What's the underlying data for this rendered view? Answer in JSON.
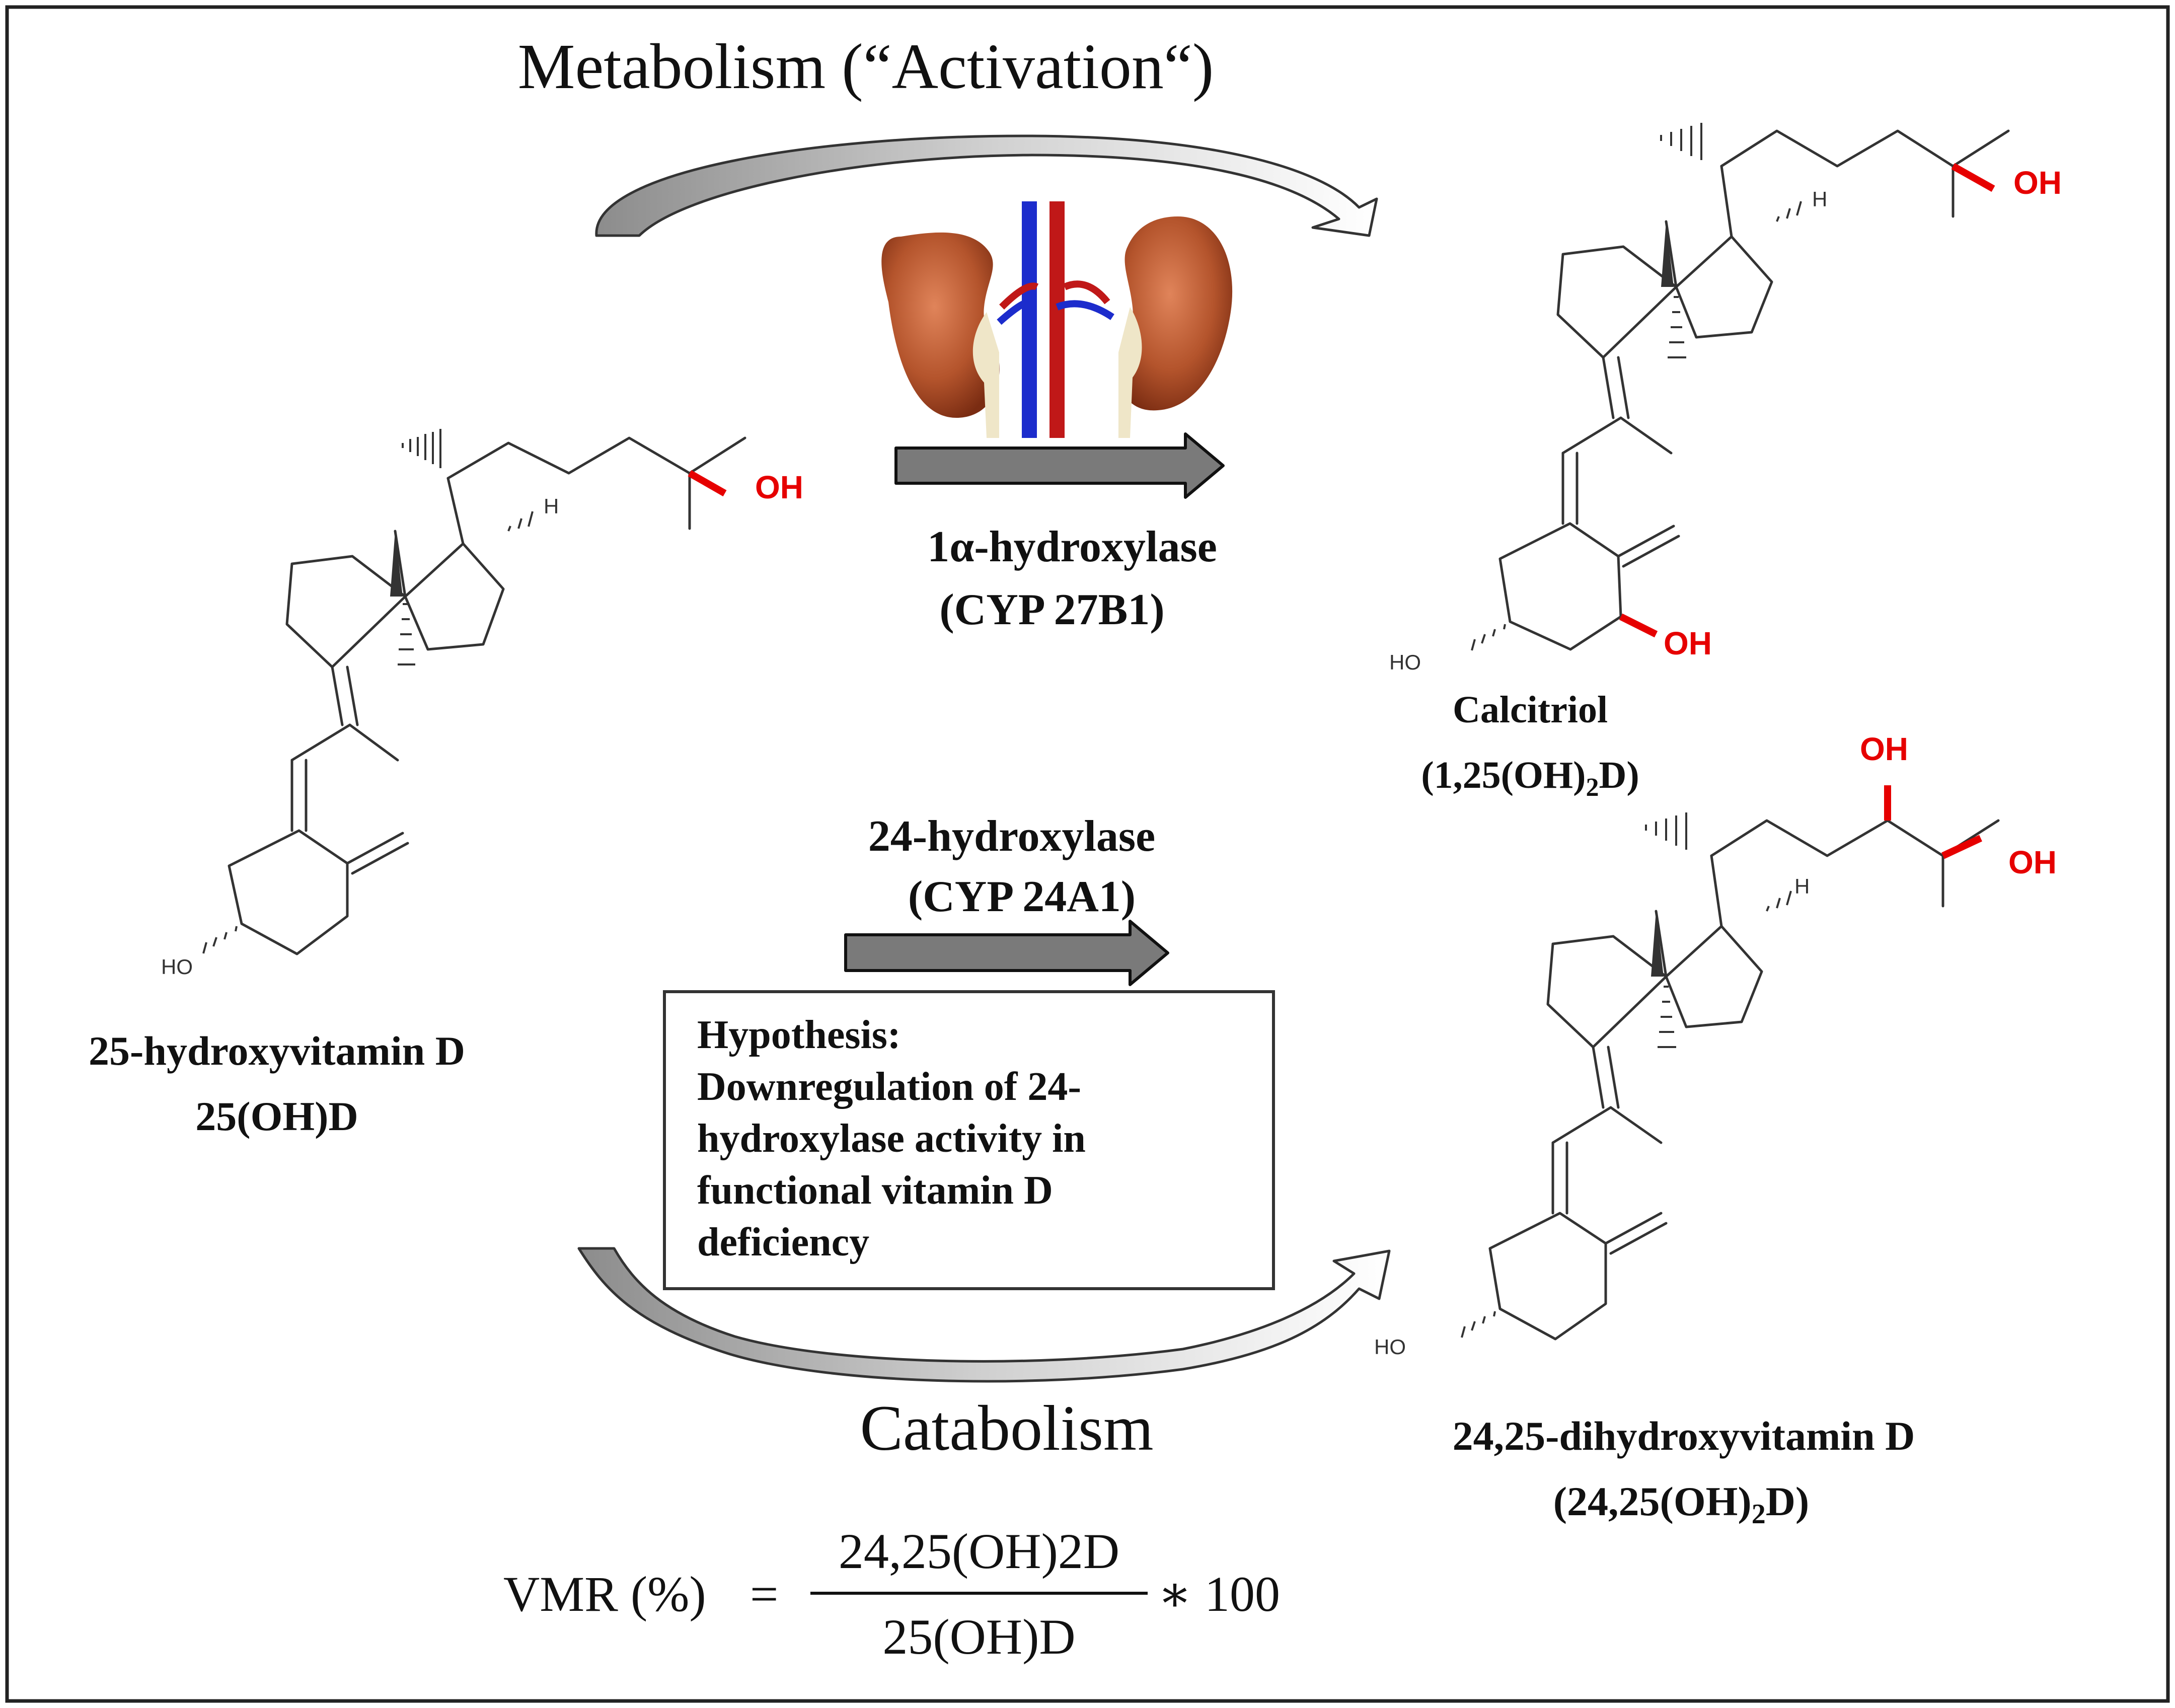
{
  "title": "Metabolism (“Activation“)",
  "catabolism_label": "Catabolism",
  "enzyme_activation": {
    "line1": "1α-hydroxylase",
    "line2": "(CYP 27B1)"
  },
  "enzyme_catabolism": {
    "line1": "24-hydroxylase",
    "line2": "(CYP 24A1)"
  },
  "hypothesis": {
    "line1": "Hypothesis:",
    "line2": "Downregulation of 24-",
    "line3": "hydroxylase activity in",
    "line4": "functional vitamin D",
    "line5": "deficiency"
  },
  "compounds": {
    "substrate": {
      "name": "25-hydroxyvitamin D",
      "abbr": "25(OH)D"
    },
    "calcitriol": {
      "name": "Calcitriol",
      "abbr_pre": "(1,25(OH)",
      "abbr_sub": "2",
      "abbr_post": "D)"
    },
    "dihydroxy": {
      "name": "24,25-dihydroxyvitamin D",
      "abbr_pre": "(24,25(OH)",
      "abbr_sub": "2",
      "abbr_post": "D)"
    }
  },
  "atoms": {
    "oh": "OH",
    "ho": "HO",
    "h": "H"
  },
  "formula": {
    "lhs": "VMR (%)",
    "equals": "=",
    "numerator": "24,25(OH)2D",
    "denominator": "25(OH)D",
    "multiplier": "∗ 100"
  },
  "colors": {
    "arrow_fill": "#7a7a7a",
    "hydroxyl_red": "#e60000",
    "kidney": "#b4542c",
    "vein_blue": "#1c2ccc",
    "artery_red": "#c01818"
  }
}
